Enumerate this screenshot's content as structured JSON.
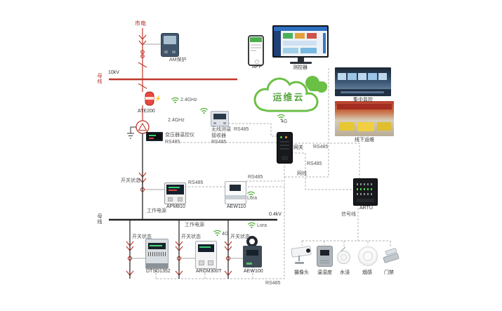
{
  "colors": {
    "hv_red": "#c0392b",
    "lv_black": "#222222",
    "comm_gray": "#b3b3b3",
    "cloud_green": "#6abf45",
    "wifi_green": "#55b03a",
    "accent_orange": "#f39c12"
  },
  "labels": {
    "mains": "市电",
    "am_protect": "AM保护",
    "kv10": "10kV",
    "busbar_top": "母线",
    "ghz_a": "2.4GHz",
    "ate200": "ATE200",
    "ghz_b": "2.4GHz",
    "rx_line1": "无线测温",
    "rx_rs485_a": "RS485",
    "rx_line2": "接收器",
    "rx_rs485_b": "RS485",
    "tc_name": "变压器温控仪",
    "tc_rs485": "RS485",
    "cloud": "运维云",
    "app": "APP",
    "monitor": "测控器",
    "photo1_cap": "集中监控",
    "photo2_cap": "线下运维",
    "g4_top": "4G",
    "gateway": "网关",
    "rs485_artu": "RS485",
    "rs485_mid": "RS485",
    "netcable": "网线",
    "switch_main": "开关状态",
    "rs485_apm": "RS485",
    "apm810": "APM810",
    "rs485_aew": "RS485",
    "lora_a": "Lora",
    "aew110": "AEW110",
    "artu": "ARTU",
    "signal_line": "信号线",
    "work_power_a": "工作电源",
    "kv04": "0.4kV",
    "busbar_bot": "母线",
    "work_power_b": "工作电源",
    "switch_b1": "开关状态",
    "switch_b2": "开关状态",
    "switch_b3": "开关状态",
    "g4_bot": "4G",
    "lora_b": "Lora",
    "dtsd": "DTSD1352",
    "arcm": "ARCM300T",
    "aew100": "AEW100",
    "camera_cap": "摄像头",
    "temphum_cap": "温湿度",
    "water_cap": "水浸",
    "smoke_cap": "烟感",
    "door_cap": "门禁",
    "rs485_bottom": "RS485"
  }
}
